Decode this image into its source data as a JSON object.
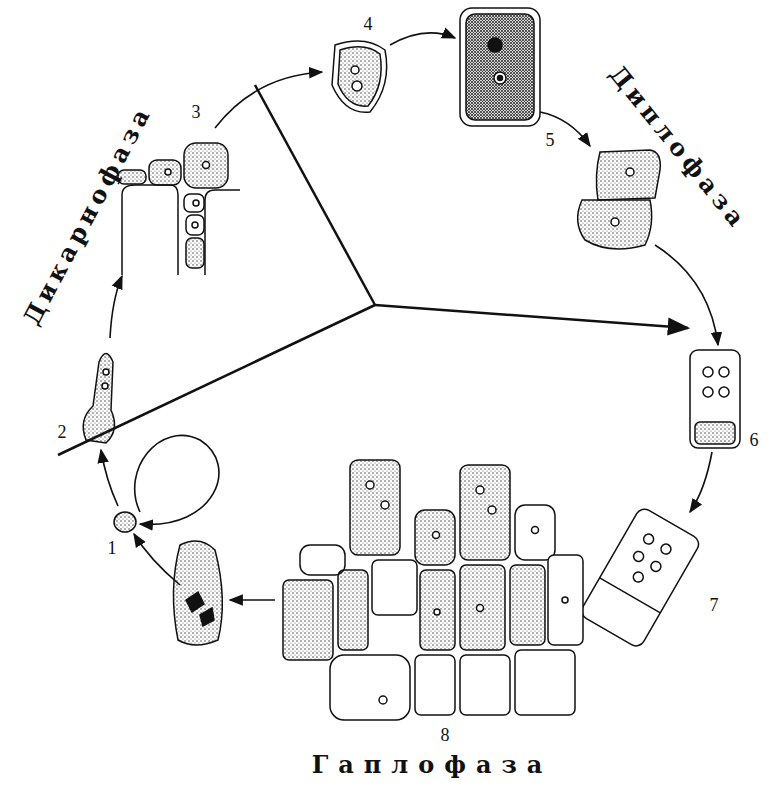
{
  "diagram": {
    "labels": [
      "Дикарнофаза",
      "Диплофаза",
      "Гаплофаза",
      "1",
      "2",
      "3",
      "4",
      "5",
      "6",
      "7",
      "8"
    ]
  }
}
